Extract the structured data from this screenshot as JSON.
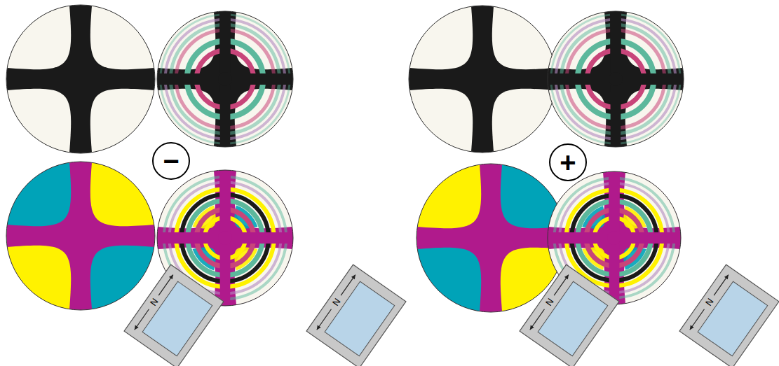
{
  "diagram": {
    "nodes": [
      {
        "text": [
          "−"
        ]
      },
      {
        "text": [
          "+"
        ]
      }
    ],
    "labels": [
      "N",
      "N",
      "N",
      "N"
    ]
  }
}
